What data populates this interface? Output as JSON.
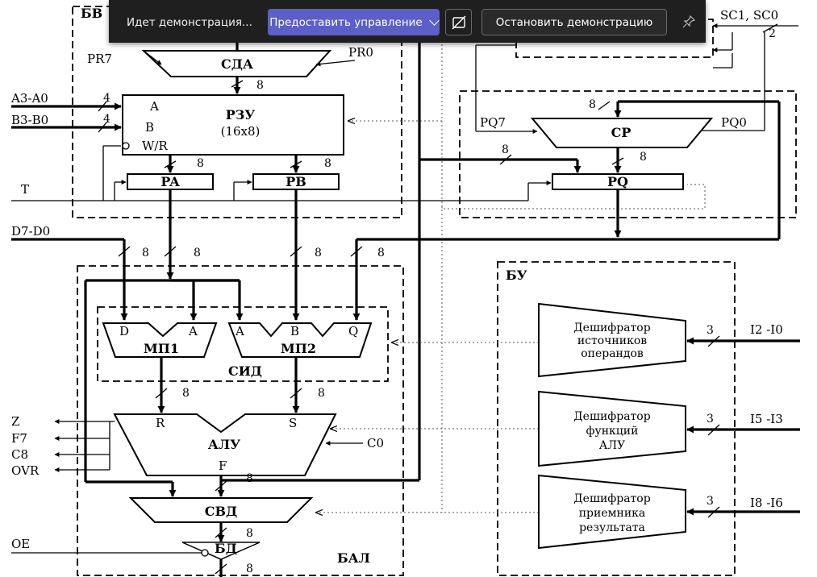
{
  "toolbar": {
    "status": "Идет демонстрация...",
    "give_control": "Предоставить управление",
    "stop": "Остановить демонстрацию",
    "hide_icon": "hide-window-icon",
    "pin_icon": "pin-icon",
    "chevron_icon": "chevron-down-icon",
    "bg_color": "#1f1f1f",
    "accent_color": "#5b5fc7"
  },
  "diagram": {
    "blocks": {
      "bv": "БВ",
      "bu": "БУ",
      "bal": "БАЛ",
      "sda": "СДА",
      "rzu": "РЗУ",
      "rzu_size": "(16x8)",
      "pa": "PA",
      "pb": "PB",
      "cp": "СР",
      "pq": "PQ",
      "mp1": "МП1",
      "mp2": "МП2",
      "sid": "СИД",
      "alu": "АЛУ",
      "svd": "СВД",
      "bd": "БД"
    },
    "ports": {
      "a": "A",
      "b": "B",
      "wr": "W/R",
      "mp1_d": "D",
      "mp1_a": "A",
      "mp2_a": "A",
      "mp2_b": "B",
      "mp2_q": "Q",
      "alu_r": "R",
      "alu_s": "S",
      "alu_f": "F"
    },
    "signals": {
      "pr7": "PR7",
      "pr0": "PR0",
      "sc": "SC1, SC0",
      "addr_a": "A3-A0",
      "addr_b": "B3-B0",
      "t": "T",
      "d": "D7-D0",
      "pq7": "PQ7",
      "pq0": "PQ0",
      "z": "Z",
      "f7": "F7",
      "c8": "C8",
      "ovr": "OVR",
      "c0": "C0",
      "oe": "OE",
      "i20": "I2 -I0",
      "i53": "I5 -I3",
      "i86": "I8 -I6"
    },
    "bus_widths": {
      "w8": "8",
      "w4": "4",
      "w3": "3",
      "w2": "2"
    },
    "decoders": {
      "src": [
        "Дешифратор",
        "источников",
        "операндов"
      ],
      "func": [
        "Дешифратор",
        "функций",
        "АЛУ"
      ],
      "dst": [
        "Дешифратор",
        "приемника",
        "результата"
      ]
    }
  }
}
